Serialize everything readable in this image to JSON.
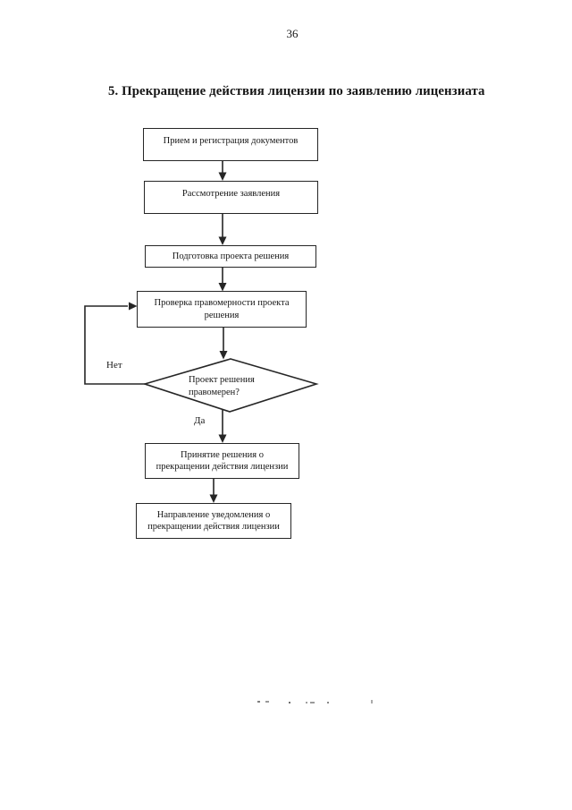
{
  "page": {
    "number": "36"
  },
  "heading": "5. Прекращение действия лицензии по заявлению лицензиата",
  "flowchart": {
    "nodes": [
      {
        "id": "receive-register",
        "label": "Прием и регистрация документов"
      },
      {
        "id": "review-application",
        "label": "Рассмотрение заявления"
      },
      {
        "id": "prepare-draft",
        "label": "Подготовка проекта решения"
      },
      {
        "id": "check-legality",
        "label": "Проверка правомерности проекта решения"
      },
      {
        "id": "decision-legal",
        "label": "Проект решения правомерен?"
      },
      {
        "id": "adopt-decision",
        "label": "Принятие решения о прекращении действия лицензии"
      },
      {
        "id": "send-notice",
        "label": "Направление уведомления о прекращении действия лицензии"
      }
    ],
    "edge_labels": {
      "no": "Нет",
      "yes": "Да"
    }
  }
}
